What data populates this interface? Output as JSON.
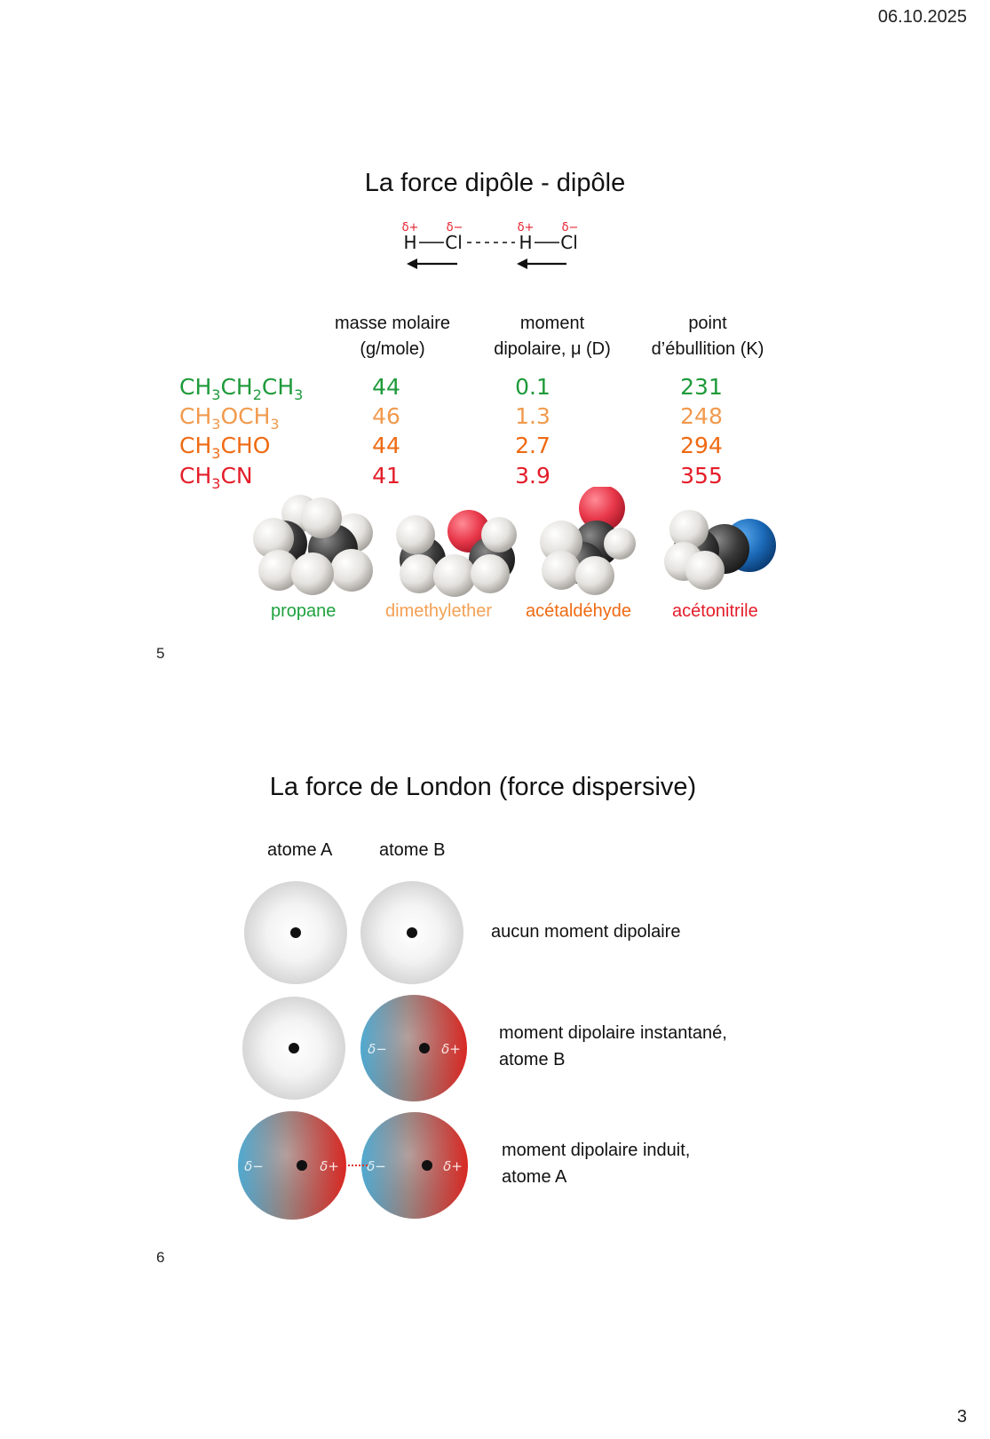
{
  "page": {
    "date": "06.10.2025",
    "number": "3"
  },
  "slide5": {
    "title": "La force dipôle - dipôle",
    "number": "5",
    "equation": {
      "dplus": "δ+",
      "dminus": "δ−",
      "h": "H",
      "cl": "Cl"
    },
    "headers": {
      "molar_mass": [
        "masse molaire",
        "(g/mole)"
      ],
      "dipole": [
        "moment",
        "dipolaire, μ (D)"
      ],
      "boiling": [
        "point",
        "d’ébullition (K)"
      ]
    },
    "rows": [
      {
        "parts": [
          [
            "CH",
            "3"
          ],
          [
            "CH",
            "2"
          ],
          [
            "CH",
            "3"
          ]
        ],
        "mass": "44",
        "dipole": "0.1",
        "boiling": "231",
        "color": "#1e9a3a"
      },
      {
        "parts": [
          [
            "CH",
            "3"
          ],
          [
            "OCH",
            "3"
          ]
        ],
        "mass": "46",
        "dipole": "1.3",
        "boiling": "248",
        "color": "#f19a4d"
      },
      {
        "parts": [
          [
            "CH",
            "3"
          ],
          [
            "CHO",
            ""
          ]
        ],
        "mass": "44",
        "dipole": "2.7",
        "boiling": "294",
        "color": "#ef6a12"
      },
      {
        "parts": [
          [
            "CH",
            "3"
          ],
          [
            "CN",
            ""
          ]
        ],
        "mass": "41",
        "dipole": "3.9",
        "boiling": "355",
        "color": "#e41d2a"
      }
    ],
    "molecules": [
      {
        "name": "propane",
        "color": "#1fa23f"
      },
      {
        "name": "dimethylether",
        "color": "#f3a054"
      },
      {
        "name": "acétaldéhyde",
        "color": "#ef6a12"
      },
      {
        "name": "acétonitrile",
        "color": "#e41d2a"
      }
    ]
  },
  "slide6": {
    "title": "La force de London (force dispersive)",
    "number": "6",
    "atom_a": "atome A",
    "atom_b": "atome B",
    "delta_minus": "δ−",
    "delta_plus": "δ+",
    "descriptions": [
      [
        "aucun moment dipolaire"
      ],
      [
        "moment dipolaire instantané,",
        "atome B"
      ],
      [
        "moment dipolaire induit,",
        "atome A"
      ]
    ]
  }
}
